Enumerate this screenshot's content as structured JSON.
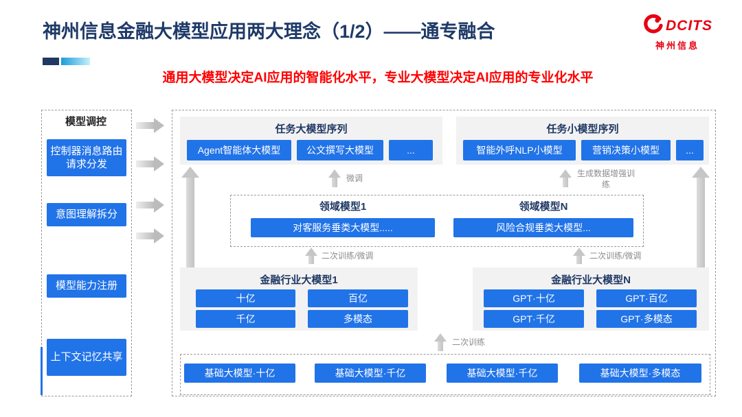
{
  "header": {
    "title": "神州信息金融大模型应用两大理念（1/2）——通专融合",
    "subtitle": "通用大模型决定AI应用的智能化水平，专业大模型决定AI应用的专业化水平",
    "logo_text": "DCITS",
    "logo_company": "神州信息"
  },
  "sidebar": {
    "header": "模型调控",
    "items": [
      "控制器消息路由请求分发",
      "意图理解拆分",
      "模型能力注册",
      "上下文记忆共享"
    ]
  },
  "task_large_models": {
    "header": "任务大模型序列",
    "items": [
      "Agent智能体大模型",
      "公文撰写大模型",
      "..."
    ]
  },
  "task_small_models": {
    "header": "任务小模型序列",
    "items": [
      "智能外呼NLP小模型",
      "营销决策小模型",
      "..."
    ]
  },
  "domain_models": {
    "header_1": "领域模型1",
    "item_1": "对客服务垂类大模型.....",
    "header_n": "领域模型N",
    "item_n": "风险合规垂类大模型..."
  },
  "industry_model_1": {
    "header": "金融行业大模型1",
    "items": [
      "十亿",
      "百亿",
      "千亿",
      "多模态"
    ]
  },
  "industry_model_n": {
    "header": "金融行业大模型N",
    "items": [
      "GPT·十亿",
      "GPT·百亿",
      "GPT·千亿",
      "GPT·多模态"
    ]
  },
  "base_models": {
    "items": [
      "基础大模型·十亿",
      "基础大模型·千亿",
      "基础大模型·千亿",
      "基础大模型·多模态"
    ]
  },
  "annotations": {
    "fine_tune": "微调",
    "gen_data_augment": "生成数据增强训练",
    "retrain_finetune_left": "二次训练/微调",
    "retrain_finetune_right": "二次训练/微调",
    "retrain": "二次训练"
  },
  "colors": {
    "accent_blue": "#2173E8",
    "title_navy": "#1E3A68",
    "subtitle_red": "#FF0000",
    "logo_red": "#E60012"
  }
}
